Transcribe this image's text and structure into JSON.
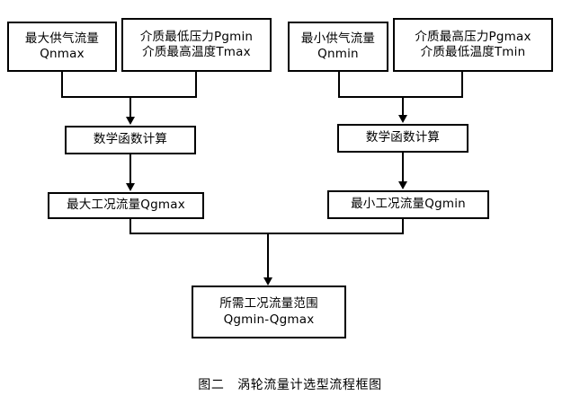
{
  "figure": {
    "caption": "图二　涡轮流量计选型流程框图",
    "background_color": "#ffffff",
    "line_color": "#000000"
  },
  "nodes": {
    "qnmax": {
      "line1": "最大供气流量",
      "line2": "Qnmax"
    },
    "pgmin_tmax": {
      "line1": "介质最低压力Pgmin",
      "line2": "介质最高温度Tmax"
    },
    "qnmin": {
      "line1": "最小供气流量",
      "line2": "Qnmin"
    },
    "pgmax_tmin": {
      "line1": "介质最高压力Pgmax",
      "line2": "介质最低温度Tmin"
    },
    "math_left": {
      "line1": "数学函数计算"
    },
    "math_right": {
      "line1": "数学函数计算"
    },
    "qgmax": {
      "line1": "最大工况流量Qgmax"
    },
    "qgmin": {
      "line1": "最小工况流量Qgmin"
    },
    "result": {
      "line1": "所需工况流量范围",
      "line2": "Qgmin-Qgmax"
    }
  }
}
